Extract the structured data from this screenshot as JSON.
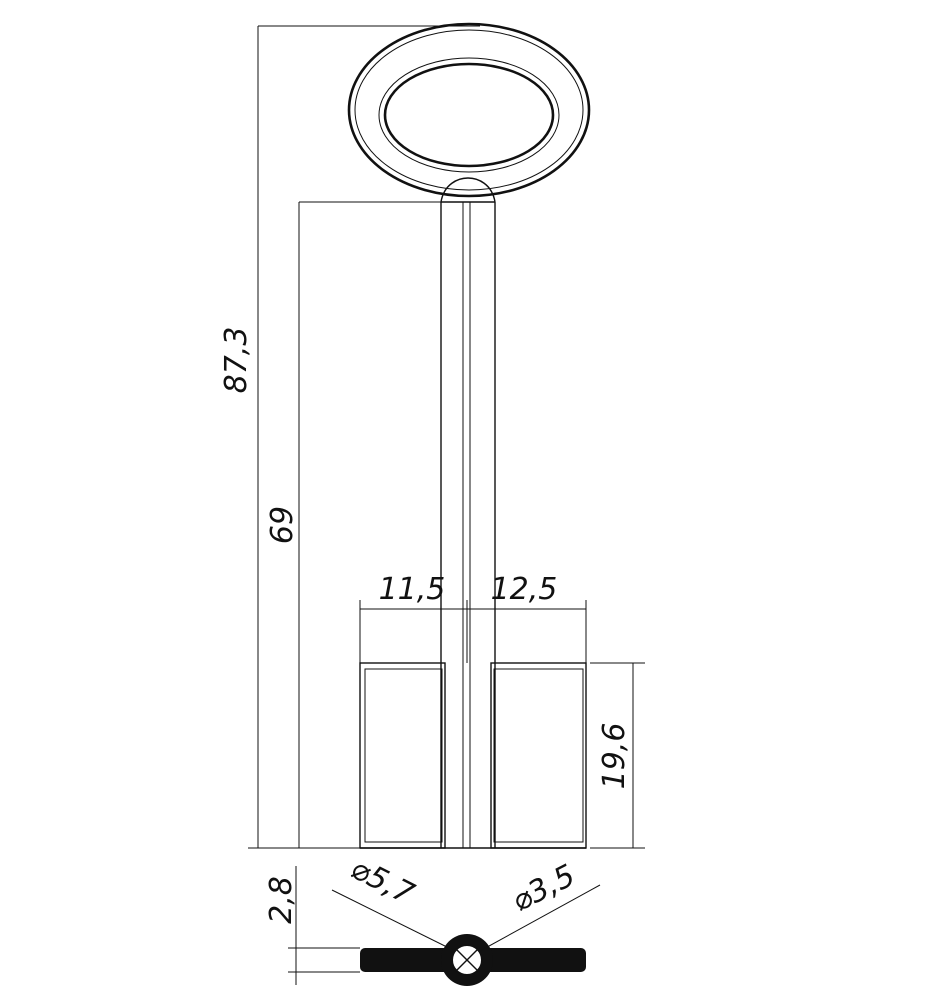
{
  "drawing": {
    "subject": "key",
    "color": "#111111",
    "dimensions": {
      "overall_length": "87,3",
      "shank_length": "69",
      "bit_left_width": "11,5",
      "bit_right_width": "12,5",
      "bit_height": "19,6",
      "section_thickness": "2,8",
      "diameter_outer": "⌀5,7",
      "diameter_inner": "⌀3,5"
    }
  }
}
